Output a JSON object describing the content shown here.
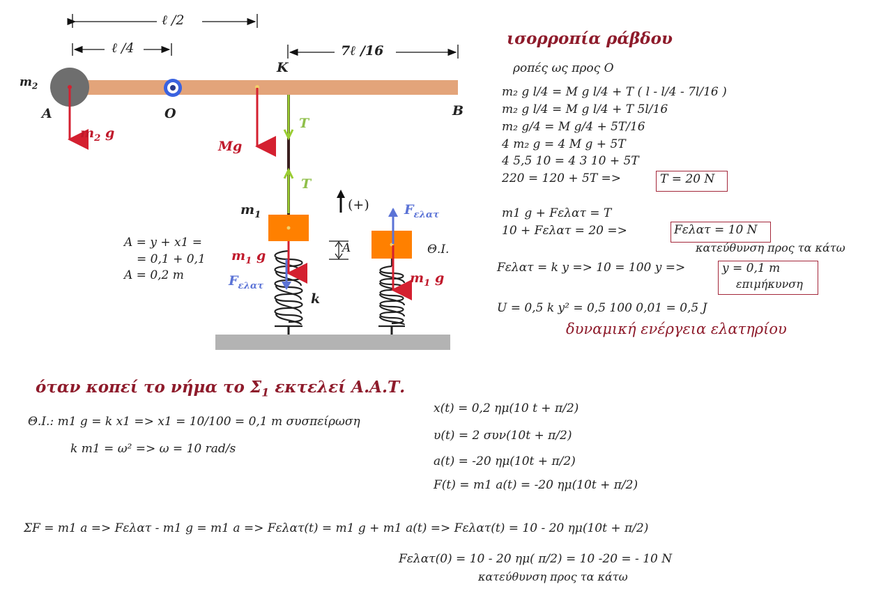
{
  "colors": {
    "rod": "#e3a47a",
    "mass": "#ff8000",
    "arrow_red": "#d42030",
    "arrow_blue": "#5b73d6",
    "arrow_green": "#9acd32",
    "string": "#3a1f1f",
    "ground": "#b3b3b3",
    "sphere": "#6e6e6e",
    "title": "#8e1b2b"
  },
  "diagram": {
    "dim_half": "ℓ /2",
    "dim_quarter": "ℓ /4",
    "dim_seven": "7ℓ /16",
    "label_m2": "m",
    "label_m2_sub": "2",
    "label_A": "A",
    "label_O": "O",
    "label_K": "K",
    "label_B": "B",
    "force_m2g": "m",
    "force_m2g_sub": "2",
    "force_m2g_g": " g",
    "force_Mg": "Mg",
    "tension_top": "T",
    "tension_bottom": "T",
    "label_m1": "m",
    "label_m1_sub": "1",
    "force_m1g_left": "m",
    "force_m1g_left_sub": "1",
    "force_m1g_left_g": " g",
    "felat_left": "F",
    "felat_left_sub": "ελατ",
    "label_k": "k",
    "positive_dir": "(+)",
    "amp_label": "A",
    "felat_right": "F",
    "felat_right_sub": "ελατ",
    "eq_pos_label": "Θ.Ι.",
    "force_m1g_right": "m",
    "force_m1g_right_sub": "1",
    "force_m1g_right_g": " g",
    "amp_eq1": "A = y + x1 =",
    "amp_eq2": "= 0,1 + 0,1",
    "amp_eq3": "A = 0,2 m"
  },
  "right_panel": {
    "title": "ισορροπία ράβδου",
    "torques_label": "ροπές ως προς O",
    "eq1": "m₂ g l/4  =  M g l/4  +  T  ( l - l/4 - 7l/16 )",
    "eq2": "m₂ g l/4  =  M g l/4  +  T  5l/16",
    "eq3": "m₂ g/4  =  M g/4  +  5T/16",
    "eq4": " 4 m₂ g  =  4 M g  +  5T",
    "eq5": "4 5,5 10  =  4 3 10  +  5T",
    "eq6": "220  = 120  +  5T  =>",
    "eq6_box": "T = 20 N",
    "eq7": "m1  g  +  Fελατ  =  T",
    "eq8": "10  +  Fελατ  =  20     =>",
    "eq8_box": "Fελατ = 10 N",
    "eq8_note": "κατεύθυνση προς τα κάτω",
    "eq9": "Fελατ  =  k y  =>  10 = 100 y  =>",
    "eq9_box1": "y = 0,1 m",
    "eq9_box2": "επιμήκυνση",
    "eq10": "U = 0,5 k y² =  0,5  100  0,01 =     0,5 J",
    "eq10_note": "δυναμική ενέργεια ελατηρίου"
  },
  "bottom": {
    "title_a": "όταν κοπεί το νήμα το Σ",
    "title_sub": "1",
    "title_b": "   εκτελεί Α.Α.Τ.",
    "eq_pos": "Θ.Ι.:  m1 g = k x1  =>  x1 = 10/100 = 0,1 m   συσπείρωση",
    "omega": "k m1 = ω²     =>  ω = 10 rad/s",
    "xt": "x(t) = 0,2 ημ(10 t + π/2)",
    "vt": "υ(t) = 2 συν(10t + π/2)",
    "at": "a(t) = -20 ημ(10t + π/2)",
    "ft": "F(t) = m1 a(t) = -20 ημ(10t + π/2)",
    "sumf": "ΣF = m1 a  =>  Fελατ - m1 g = m1 a  =>  Fελατ(t) = m1 g + m1 a(t)  =>  Fελατ(t) = 10  - 20 ημ(10t + π/2)",
    "felat0": "Fελατ(0) = 10  - 20 ημ( π/2)  = 10 -20 = - 10 N",
    "felat0_note": "κατεύθυνση προς τα κάτω"
  }
}
